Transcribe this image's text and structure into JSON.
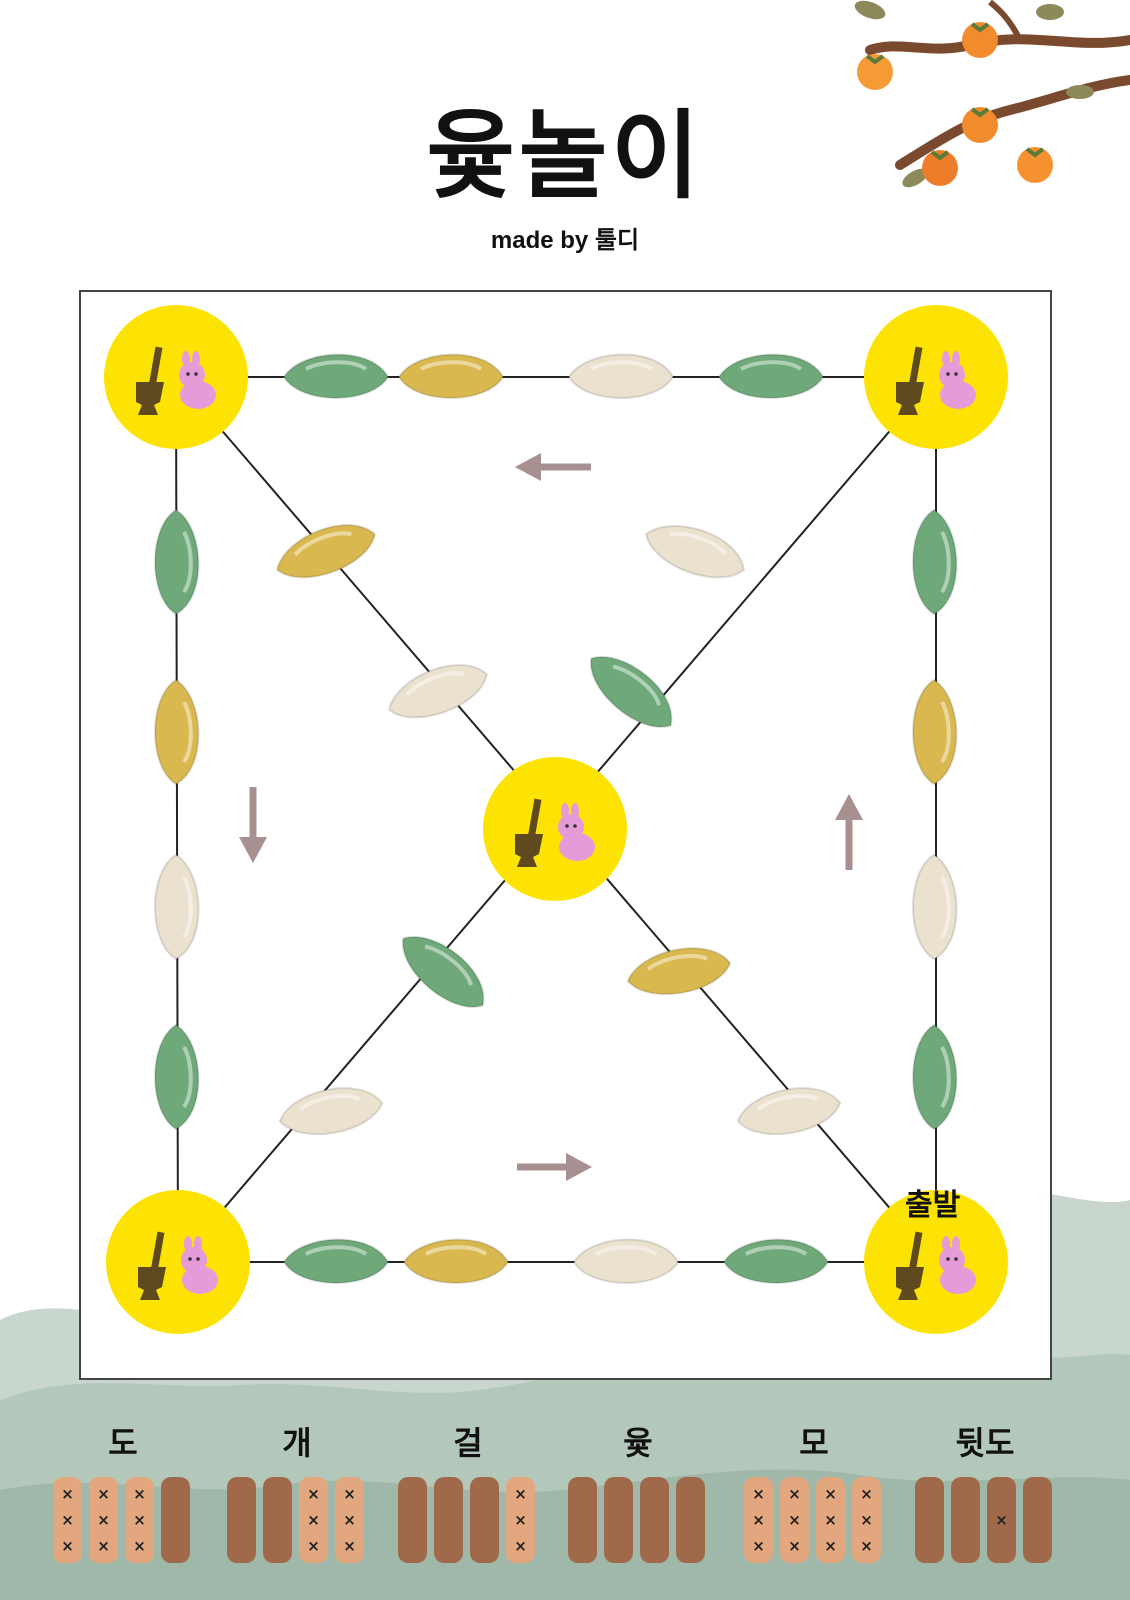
{
  "title": "윷놀이",
  "credit": "made by 툴디",
  "board": {
    "start_label": "출발",
    "colors": {
      "green": "#6fa97a",
      "yellow": "#d9b84f",
      "cream": "#ebe1cf",
      "station": "#fce303",
      "arrow": "#a89090",
      "line": "#222222"
    }
  },
  "results": [
    {
      "label": "도",
      "sticks": [
        "back",
        "back",
        "back",
        "flat"
      ]
    },
    {
      "label": "개",
      "sticks": [
        "flat",
        "flat",
        "back",
        "back"
      ]
    },
    {
      "label": "걸",
      "sticks": [
        "flat",
        "flat",
        "flat",
        "back"
      ]
    },
    {
      "label": "윷",
      "sticks": [
        "flat",
        "flat",
        "flat",
        "flat"
      ]
    },
    {
      "label": "모",
      "sticks": [
        "back",
        "back",
        "back",
        "back"
      ]
    },
    {
      "label": "뒷도",
      "sticks": [
        "flat",
        "flat",
        "mark",
        "flat"
      ]
    }
  ],
  "stick_marks": {
    "back": "×",
    "mark": "×"
  }
}
